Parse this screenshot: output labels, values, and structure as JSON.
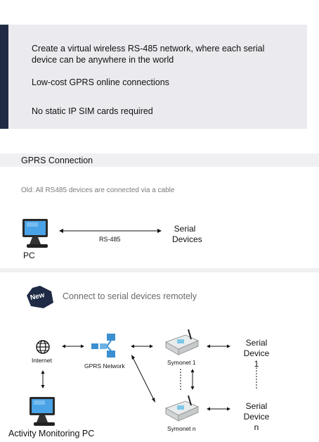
{
  "features": {
    "line1": "Create a virtual wireless RS-485 network, where each serial",
    "line2": "device can be anywhere in the world",
    "item2": "Low-cost GPRS online connections",
    "item3": "No static IP SIM cards required"
  },
  "gprs_section": {
    "title": "GPRS Connection",
    "old_caption": "Old: All RS485 devices are connected via a cable",
    "pc_label": "PC",
    "link_label": "RS-485",
    "serial_line1": "Serial",
    "serial_line2": "Devices"
  },
  "new_section": {
    "badge": "New",
    "caption": "Connect to serial devices remotely",
    "internet_label": "Internet",
    "gprs_network_label": "GPRS Network",
    "symonet1_label": "Symonet 1",
    "symonetn_label": "Symonet n",
    "serial1_line1": "Serial",
    "serial1_line2": "Device 1",
    "serialn_line1": "Serial",
    "serialn_line2": "Device n",
    "monitor_label": "Activity Monitoring PC"
  },
  "colors": {
    "accent_dark": "#202a44",
    "badge": "#1f2b45",
    "network_blue": "#3a8fd0"
  }
}
